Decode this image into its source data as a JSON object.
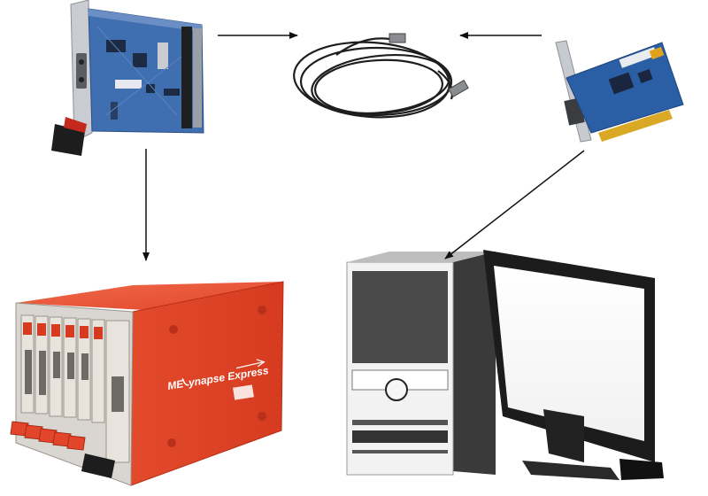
{
  "diagram": {
    "nodes": [
      {
        "id": "pxi-card",
        "icon": "pxi-interface-card-icon"
      },
      {
        "id": "cable",
        "icon": "cable-icon"
      },
      {
        "id": "pcie-card",
        "icon": "pcie-interface-card-icon"
      },
      {
        "id": "chassis",
        "icon": "me-synapse-express-chassis-icon",
        "brand_prefix": "ME",
        "brand_name": "ynapse Express"
      },
      {
        "id": "computer",
        "icon": "desktop-computer-icon"
      }
    ],
    "edges": [
      {
        "from": "pxi-card",
        "to": "cable"
      },
      {
        "from": "pcie-card",
        "to": "cable"
      },
      {
        "from": "pxi-card",
        "to": "chassis"
      },
      {
        "from": "pcie-card",
        "to": "computer"
      }
    ]
  }
}
